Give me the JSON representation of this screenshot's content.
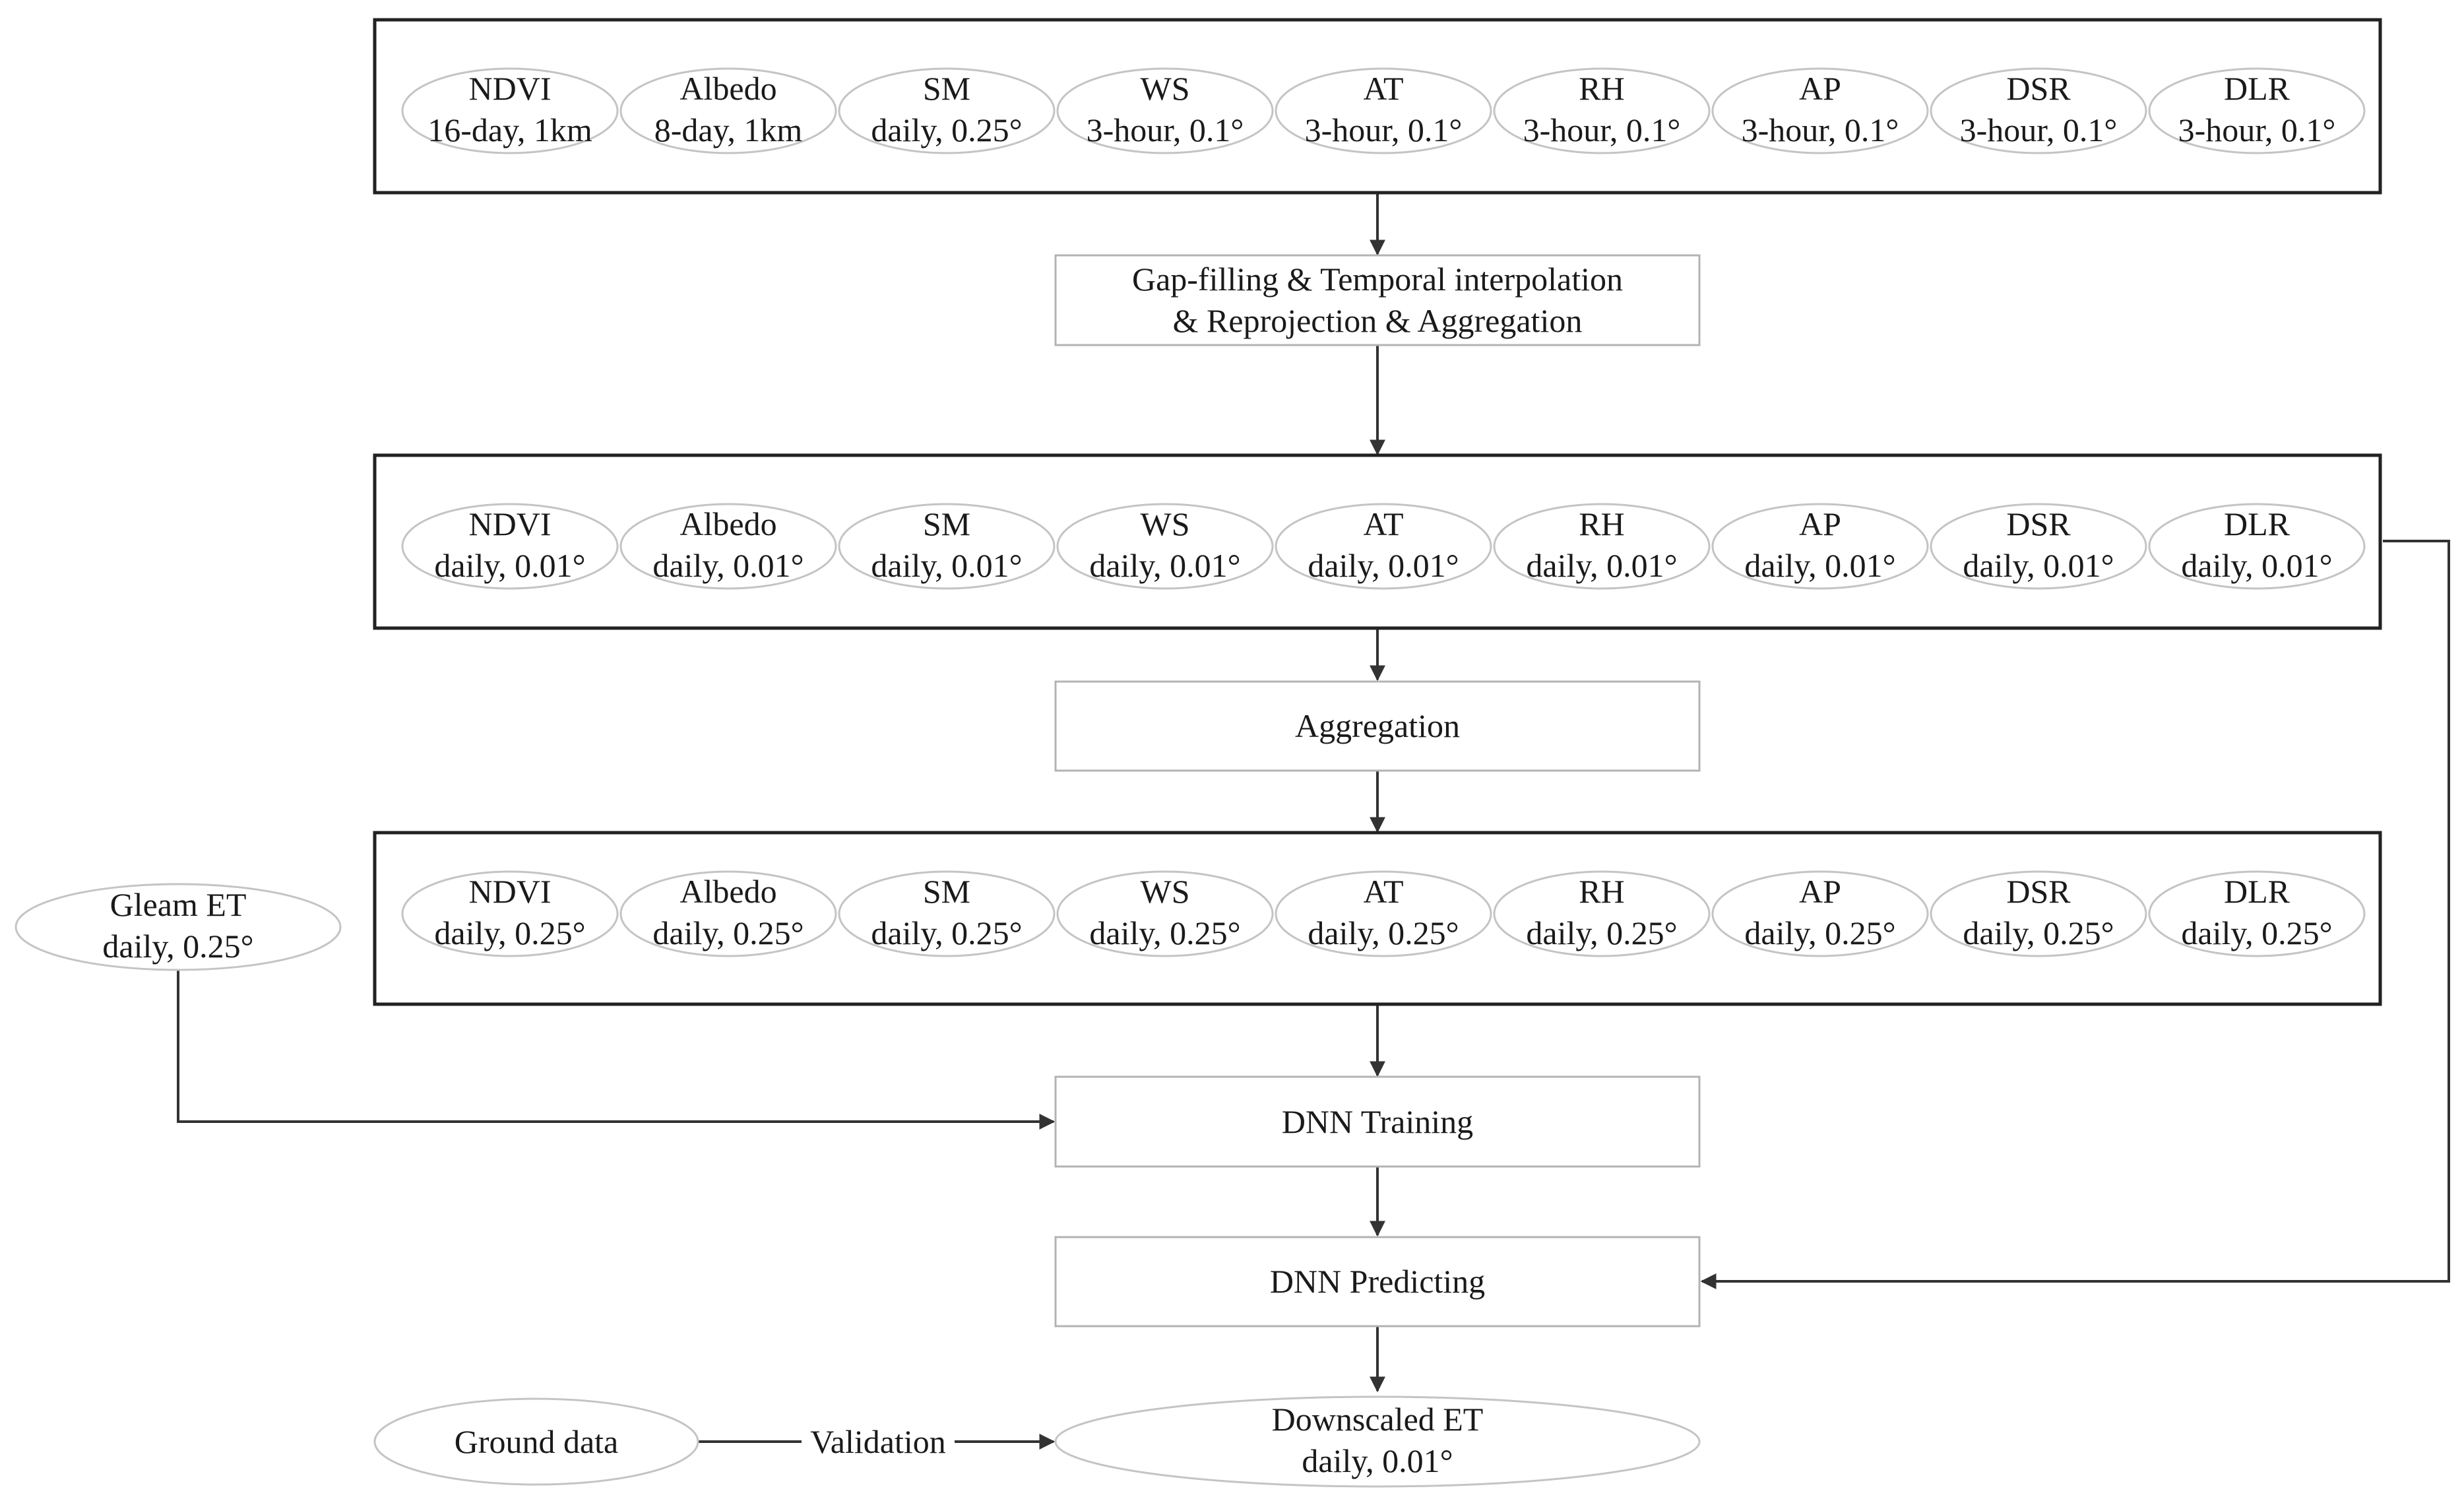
{
  "rows": [
    {
      "name": "raw-inputs",
      "vars": [
        {
          "name": "NDVI",
          "res": "16-day, 1km"
        },
        {
          "name": "Albedo",
          "res": "8-day, 1km"
        },
        {
          "name": "SM",
          "res": "daily, 0.25°"
        },
        {
          "name": "WS",
          "res": "3-hour, 0.1°"
        },
        {
          "name": "AT",
          "res": "3-hour, 0.1°"
        },
        {
          "name": "RH",
          "res": "3-hour, 0.1°"
        },
        {
          "name": "AP",
          "res": "3-hour, 0.1°"
        },
        {
          "name": "DSR",
          "res": "3-hour, 0.1°"
        },
        {
          "name": "DLR",
          "res": "3-hour, 0.1°"
        }
      ]
    },
    {
      "name": "fine-inputs",
      "vars": [
        {
          "name": "NDVI",
          "res": "daily, 0.01°"
        },
        {
          "name": "Albedo",
          "res": "daily, 0.01°"
        },
        {
          "name": "SM",
          "res": "daily, 0.01°"
        },
        {
          "name": "WS",
          "res": "daily, 0.01°"
        },
        {
          "name": "AT",
          "res": "daily, 0.01°"
        },
        {
          "name": "RH",
          "res": "daily, 0.01°"
        },
        {
          "name": "AP",
          "res": "daily, 0.01°"
        },
        {
          "name": "DSR",
          "res": "daily, 0.01°"
        },
        {
          "name": "DLR",
          "res": "daily, 0.01°"
        }
      ]
    },
    {
      "name": "coarse-inputs",
      "vars": [
        {
          "name": "NDVI",
          "res": "daily, 0.25°"
        },
        {
          "name": "Albedo",
          "res": "daily, 0.25°"
        },
        {
          "name": "SM",
          "res": "daily, 0.25°"
        },
        {
          "name": "WS",
          "res": "daily, 0.25°"
        },
        {
          "name": "AT",
          "res": "daily, 0.25°"
        },
        {
          "name": "RH",
          "res": "daily, 0.25°"
        },
        {
          "name": "AP",
          "res": "daily, 0.25°"
        },
        {
          "name": "DSR",
          "res": "daily, 0.25°"
        },
        {
          "name": "DLR",
          "res": "daily, 0.25°"
        }
      ]
    }
  ],
  "steps": {
    "preprocess": [
      "Gap-filling & Temporal interpolation",
      "& Reprojection & Aggregation"
    ],
    "aggregation": "Aggregation",
    "training": "DNN Training",
    "predicting": "DNN Predicting"
  },
  "gleam": {
    "name": "Gleam ET",
    "res": "daily, 0.25°"
  },
  "ground": "Ground data",
  "validation": "Validation",
  "output": {
    "name": "Downscaled ET",
    "res": "daily, 0.01°"
  }
}
